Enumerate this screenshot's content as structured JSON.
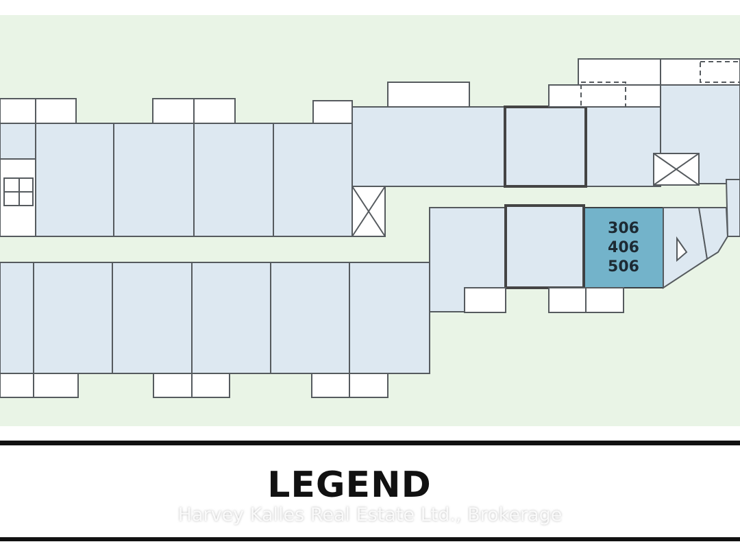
{
  "colors": {
    "page_bg": "#ffffff",
    "plan_bg": "#e9f4e6",
    "unit_fill": "#dde8f1",
    "highlight_fill": "#73b3ca",
    "line": "#555a5e",
    "balcony_fill": "#ffffff"
  },
  "highlighted_unit": {
    "labels": [
      "306",
      "406",
      "506"
    ]
  },
  "legend": {
    "title": "LEGEND"
  },
  "watermark": "Harvey Kalles Real Estate Ltd., Brokerage"
}
